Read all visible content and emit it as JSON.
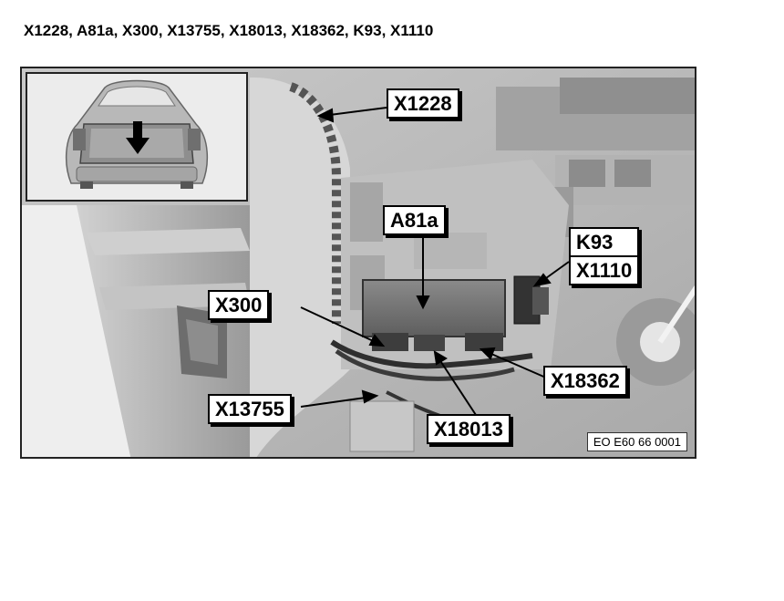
{
  "title": "X1228, A81a, X300, X13755, X18013, X18362, K93, X1110",
  "callouts": {
    "x1228": "X1228",
    "a81a": "A81a",
    "k93": "K93",
    "x1110": "X1110",
    "x300": "X300",
    "x18362": "X18362",
    "x13755": "X13755",
    "x18013": "X18013"
  },
  "reference_code": "EO E60 66 0001",
  "icons": {
    "inset_arrow": "down-arrow-icon",
    "inset_vehicle": "car-rear-icon"
  }
}
